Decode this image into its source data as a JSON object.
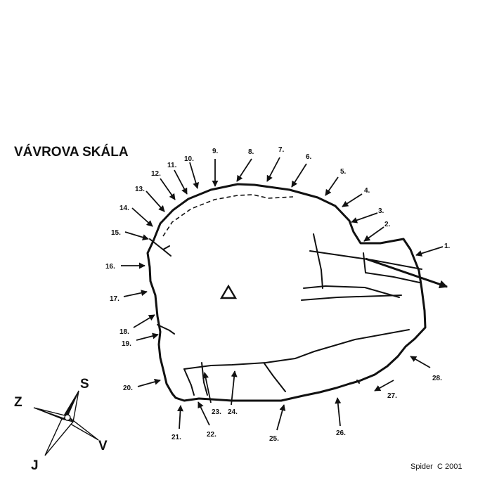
{
  "title": "VÁVROVA SKÁLA",
  "routes": [
    "1.",
    "2.",
    "3.",
    "4.",
    "5.",
    "6.",
    "7.",
    "8.",
    "9.",
    "10.",
    "11.",
    "12.",
    "13.",
    "14.",
    "15.",
    "16.",
    "17.",
    "18.",
    "19.",
    "20.",
    "21.",
    "22.",
    "23.",
    "24.",
    "25.",
    "26.",
    "27.",
    "28."
  ],
  "compass": {
    "north": "S",
    "south": "J",
    "east": "V",
    "west": "Z"
  },
  "credit": {
    "author": "Spider",
    "copyright": "C",
    "year": "2001"
  },
  "summit_marker": "triangle"
}
